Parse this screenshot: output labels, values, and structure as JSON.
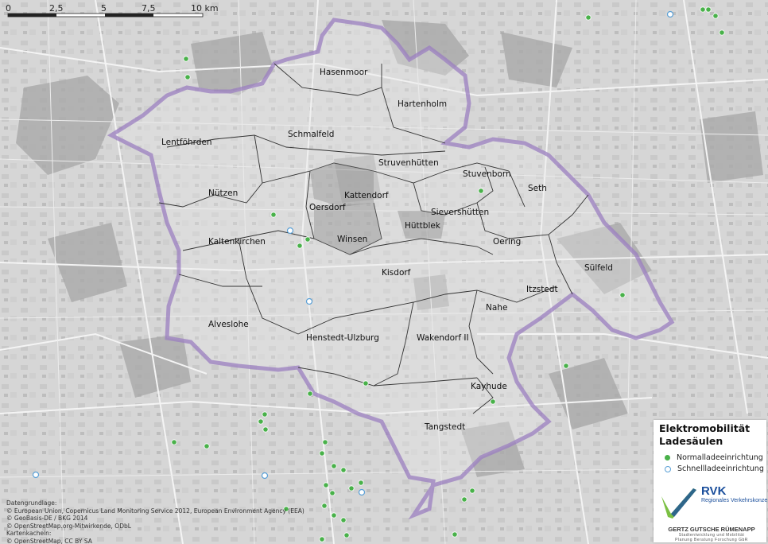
{
  "scale_bar": {
    "ticks": [
      "0",
      "2,5",
      "5",
      "7,5",
      "10 km"
    ]
  },
  "municipalities": [
    {
      "name": "Hasenmoor"
    },
    {
      "name": "Hartenholm"
    },
    {
      "name": "Schmalfeld"
    },
    {
      "name": "Lentföhrden"
    },
    {
      "name": "Struvenhütten"
    },
    {
      "name": "Stuvenborn"
    },
    {
      "name": "Seth"
    },
    {
      "name": "Nützen"
    },
    {
      "name": "Oersdorf"
    },
    {
      "name": "Kattendorf"
    },
    {
      "name": "Sievershütten"
    },
    {
      "name": "Hüttblek"
    },
    {
      "name": "Kaltenkirchen"
    },
    {
      "name": "Winsen"
    },
    {
      "name": "Oering"
    },
    {
      "name": "Sülfeld"
    },
    {
      "name": "Kisdorf"
    },
    {
      "name": "Itzstedt"
    },
    {
      "name": "Nahe"
    },
    {
      "name": "Alveslohe"
    },
    {
      "name": "Henstedt-Ulzburg"
    },
    {
      "name": "Wakendorf II"
    },
    {
      "name": "Kayhude"
    },
    {
      "name": "Tangstedt"
    }
  ],
  "legend": {
    "title_line1": "Elektromobilität",
    "title_line2": "Ladesäulen",
    "normal_label": "Normalladeeinrichtung",
    "fast_label": "Schnellladeeinrichtung",
    "normal_color": "#49b14a",
    "fast_color": "#5aa0d6"
  },
  "logo": {
    "brand": "RVK",
    "brand_sub1": "Regionales Verkehrskonze",
    "brand_sub2": "",
    "company": "GERTZ GUTSCHE RÜMENAPP",
    "company_sub1": "Stadtentwicklung und Mobilität",
    "company_sub2": "Planung Beratung Forschung GbR"
  },
  "credits": {
    "heading": "Datengrundlage:",
    "line1": "© European Union, Copernicus Land Monitoring Service 2012, European Environment Agency (EEA)",
    "line2": "© GeoBasis-DE / BKG 2014",
    "line3": "© OpenStreetMap.org-Mitwirkende, ODbL",
    "line4": "Kartenkacheln:",
    "line5": "© OpenStreetMap, CC BY SA"
  },
  "colors": {
    "boundary": "#9b7fc0",
    "background": "#d9d9d9"
  }
}
